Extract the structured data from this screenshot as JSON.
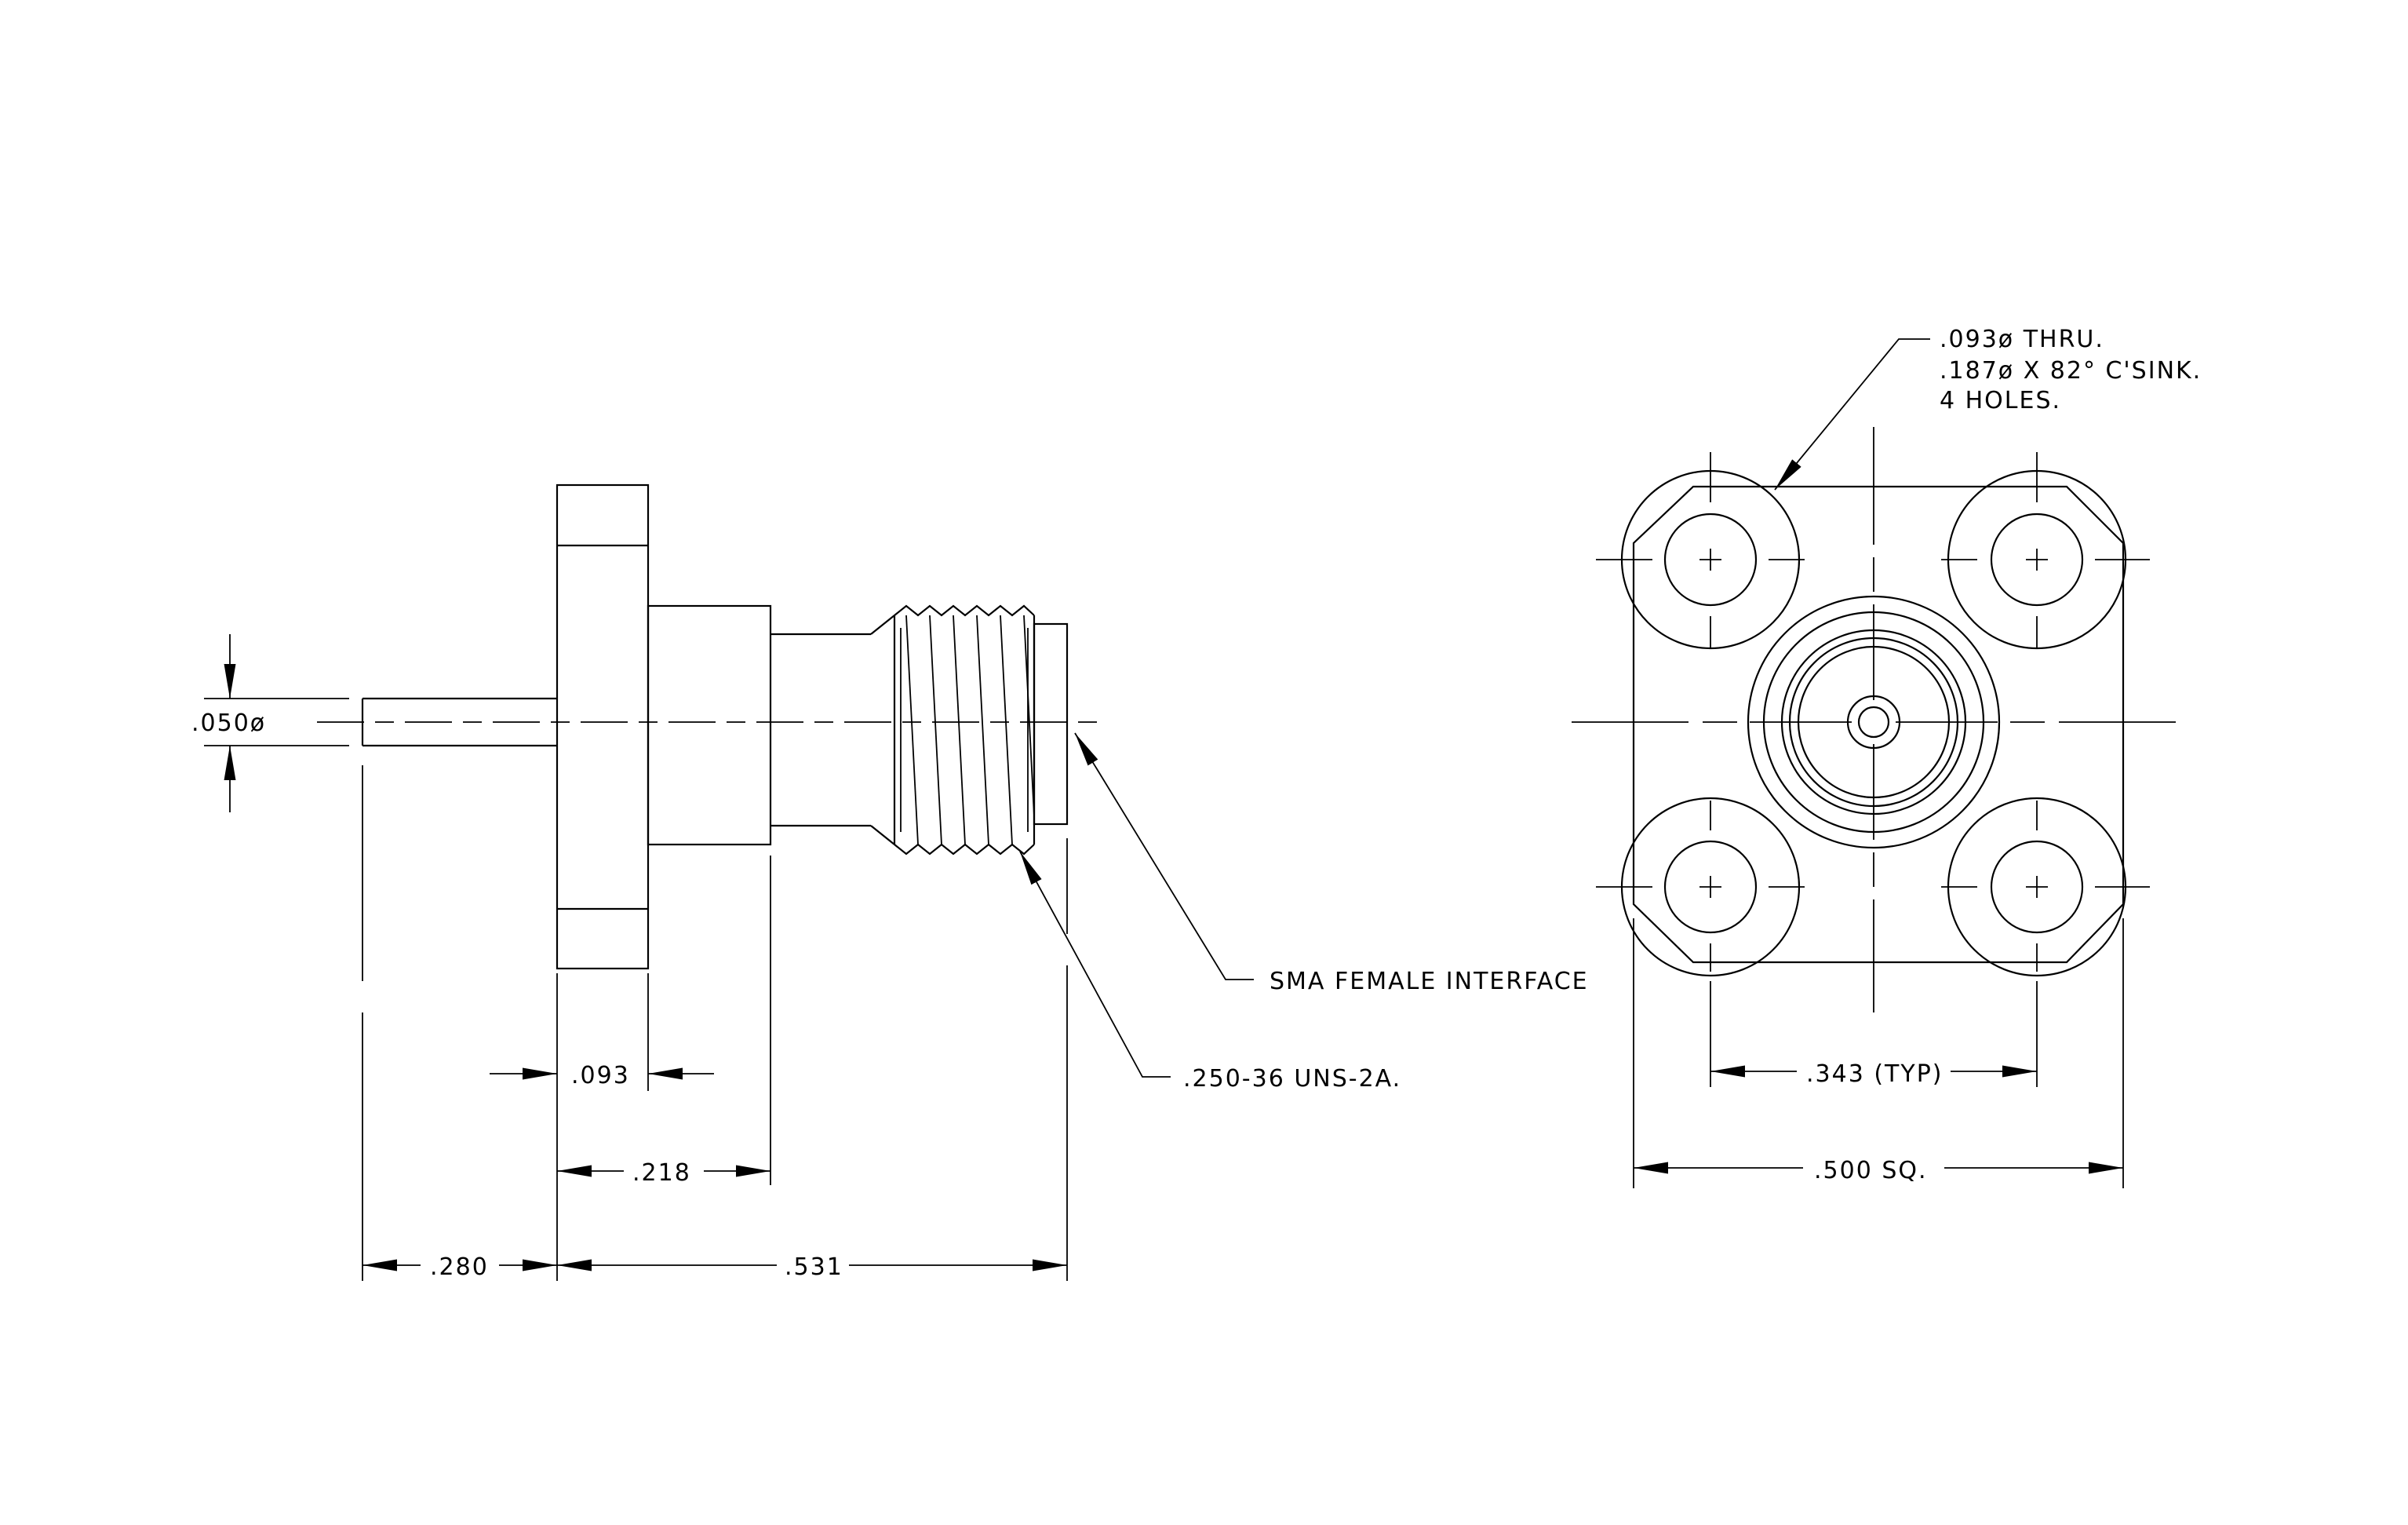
{
  "side_view": {
    "pin_dia": ".050ø",
    "flange_thk": ".093",
    "body_len": ".218",
    "pin_len": ".280",
    "overall_len": ".531",
    "thread_note": ".250-36 UNS-2A.",
    "interface_note": "SMA FEMALE INTERFACE"
  },
  "front_view": {
    "hole_note_1": ".093ø THRU.",
    "hole_note_2": ".187ø X 82° C'SINK.",
    "hole_note_3": "4 HOLES.",
    "hole_spacing": ".343 (TYP)",
    "flange_size": ".500 SQ."
  },
  "colors": {
    "ink": "#000000",
    "paper": "#ffffff"
  }
}
